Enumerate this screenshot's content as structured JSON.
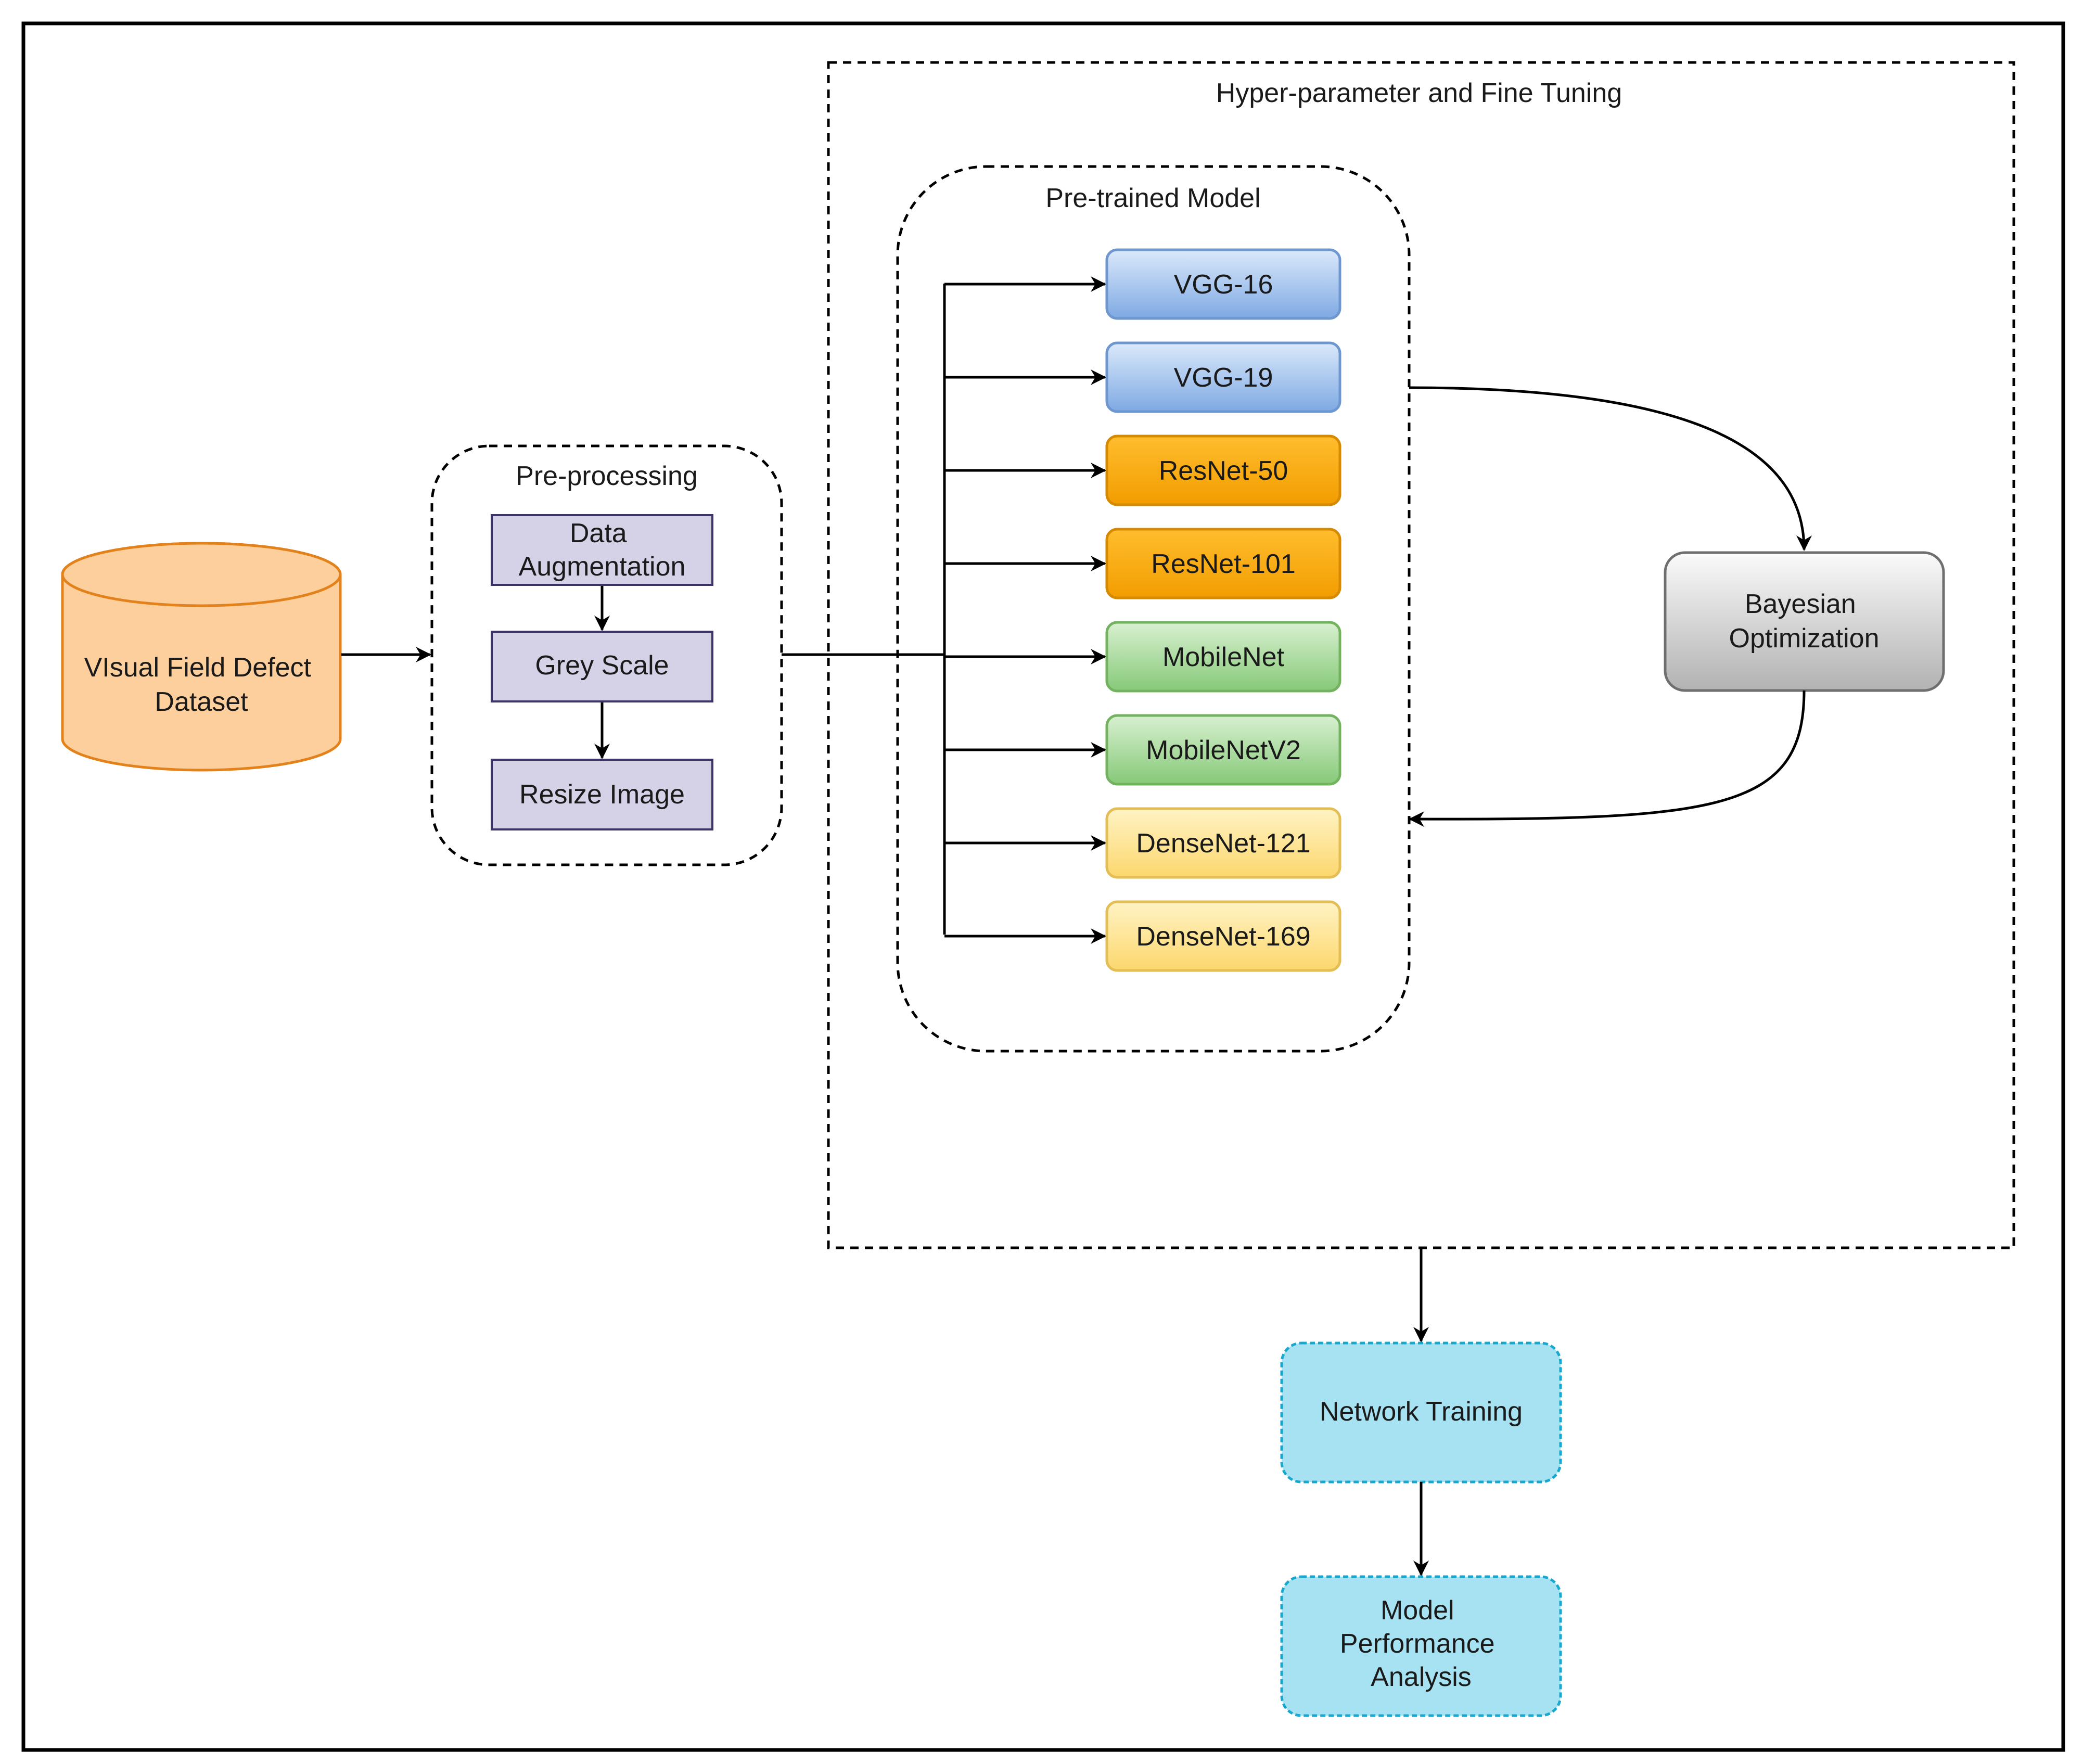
{
  "groups": {
    "hyper": {
      "label": "Hyper-parameter and Fine Tuning"
    },
    "pretrained": {
      "label": "Pre-trained Model"
    },
    "preprocessing": {
      "label": "Pre-processing"
    }
  },
  "dataset": {
    "lines": [
      "VIsual Field Defect",
      "Dataset"
    ]
  },
  "preprocessing_steps": [
    {
      "lines": [
        "Data",
        "Augmentation"
      ]
    },
    {
      "lines": [
        "Grey Scale"
      ]
    },
    {
      "lines": [
        "Resize Image"
      ]
    }
  ],
  "models": [
    {
      "label": "VGG-16",
      "family": "vgg"
    },
    {
      "label": "VGG-19",
      "family": "vgg"
    },
    {
      "label": "ResNet-50",
      "family": "resnet"
    },
    {
      "label": "ResNet-101",
      "family": "resnet"
    },
    {
      "label": "MobileNet",
      "family": "mobilenet"
    },
    {
      "label": "MobileNetV2",
      "family": "mobilenet"
    },
    {
      "label": "DenseNet-121",
      "family": "densenet"
    },
    {
      "label": "DenseNet-169",
      "family": "densenet"
    }
  ],
  "optimizer": {
    "lines": [
      "Bayesian",
      "Optimization"
    ]
  },
  "training": {
    "lines": [
      "Network Training"
    ]
  },
  "analysis": {
    "lines": [
      "Model",
      "Performance",
      "Analysis"
    ]
  },
  "colors": {
    "dataset_fill": "#fdcf9d",
    "dataset_stroke": "#e3811b",
    "step_fill": "#d5d2e8",
    "step_stroke": "#3c3466",
    "vgg_top": "#dbe9fb",
    "vgg_bottom": "#7ea9e3",
    "vgg_stroke": "#6e97cf",
    "resnet_top": "#ffbd2e",
    "resnet_bottom": "#f29d00",
    "resnet_stroke": "#d68a00",
    "mobilenet_top": "#d8f0d0",
    "mobilenet_bottom": "#86c978",
    "mobilenet_stroke": "#73b35f",
    "densenet_top": "#fff3c4",
    "densenet_bottom": "#fcd76d",
    "densenet_stroke": "#e2be55",
    "optimizer_top": "#fafafa",
    "optimizer_bottom": "#b2b2b2",
    "optimizer_stroke": "#6f6f6f",
    "training_fill": "#a6e2f2",
    "training_stroke": "#18a8cf"
  }
}
